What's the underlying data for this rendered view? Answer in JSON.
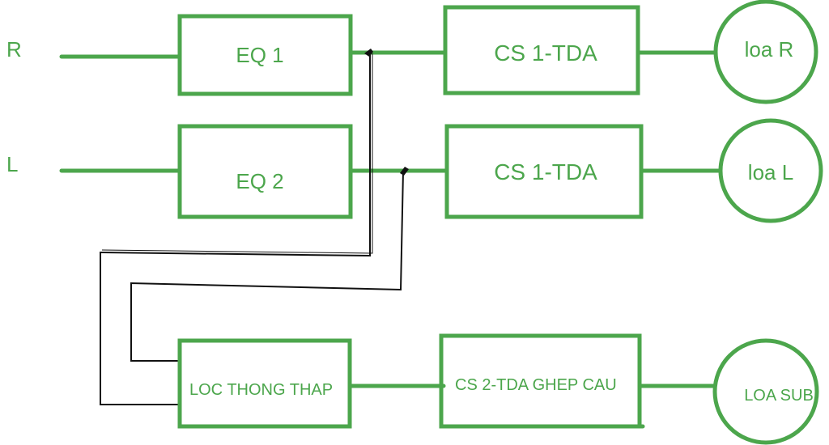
{
  "diagram": {
    "title": "",
    "colors": {
      "block": "#4ca64c",
      "wire_feed": "#111111",
      "background": "#ffffff"
    },
    "inputs": [
      {
        "id": "R",
        "label": "R"
      },
      {
        "id": "L",
        "label": "L"
      }
    ],
    "blocks": [
      {
        "id": "eq1",
        "label": "EQ 1"
      },
      {
        "id": "eq2",
        "label": "EQ 2"
      },
      {
        "id": "cs1r",
        "label": "CS 1-TDA"
      },
      {
        "id": "cs1l",
        "label": "CS 1-TDA"
      },
      {
        "id": "lpf",
        "label": "LOC THONG THAP"
      },
      {
        "id": "cs2",
        "label": "CS 2-TDA GHEP CAU"
      }
    ],
    "speakers": [
      {
        "id": "spkR",
        "label": "loa R"
      },
      {
        "id": "spkL",
        "label": "loa L"
      },
      {
        "id": "sub",
        "label": "LOA SUB"
      }
    ],
    "connections": [
      {
        "from": "R",
        "to": "eq1"
      },
      {
        "from": "eq1",
        "to": "cs1r"
      },
      {
        "from": "cs1r",
        "to": "spkR"
      },
      {
        "from": "L",
        "to": "eq2"
      },
      {
        "from": "eq2",
        "to": "cs1l"
      },
      {
        "from": "cs1l",
        "to": "spkL"
      },
      {
        "from": "eq1",
        "to": "lpf"
      },
      {
        "from": "eq2",
        "to": "lpf"
      },
      {
        "from": "lpf",
        "to": "cs2"
      },
      {
        "from": "cs2",
        "to": "sub"
      }
    ]
  }
}
